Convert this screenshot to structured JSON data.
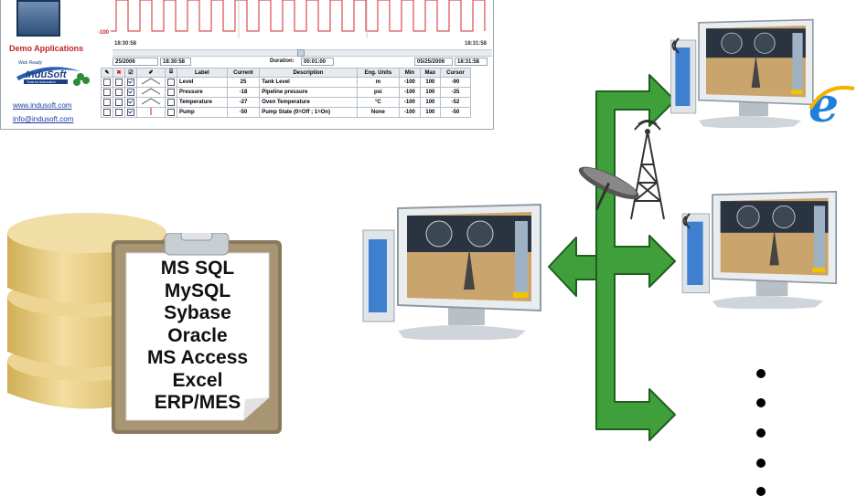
{
  "app": {
    "demo_label": "Demo Applications",
    "web_ready": "Web Ready",
    "brand": "InduSoft",
    "brand_tagline": "Tools for Automation",
    "website": "www.indusoft.com",
    "email": "info@indusoft.com",
    "axis_min": "-100",
    "time_start": "18:30:58",
    "time_end": "18:31:58",
    "start_date": "25/2006",
    "start_time": "18:30:58",
    "duration_label": "Duration:",
    "duration_value": "00:01:00",
    "end_date": "05/25/2006",
    "end_time": "18:31:58",
    "columns": [
      "Label",
      "Current",
      "Description",
      "Eng. Units",
      "Min",
      "Max",
      "Cursor"
    ],
    "rows": [
      {
        "label": "Level",
        "current": "25",
        "description": "Tank Level",
        "units": "m",
        "min": "-100",
        "max": "100",
        "cursor": "-90"
      },
      {
        "label": "Pressure",
        "current": "-18",
        "description": "Pipeline pressure",
        "units": "psi",
        "min": "-100",
        "max": "100",
        "cursor": "-35"
      },
      {
        "label": "Temperature",
        "current": "-27",
        "description": "Oven Temperature",
        "units": "°C",
        "min": "-100",
        "max": "100",
        "cursor": "-52"
      },
      {
        "label": "Pump",
        "current": "-50",
        "description": "Pump State (0=Off ; 1=On)",
        "units": "None",
        "min": "-100",
        "max": "100",
        "cursor": "-50"
      }
    ]
  },
  "databases": [
    "MS SQL",
    "MySQL",
    "Sybase",
    "Oracle",
    "MS Access",
    "Excel",
    "ERP/MES"
  ],
  "icons": [
    "database-cylinders-icon",
    "clipboard-icon",
    "computer-monitor-icon",
    "wireless-tower-icon",
    "satellite-dish-icon",
    "internet-explorer-icon",
    "wifi-signal-icon"
  ],
  "colors": {
    "arrow_green": "#3f9f3a",
    "arrow_dark": "#1f5f1e",
    "db_gold": "#e8cf82",
    "brand_red": "#c0252b",
    "link_blue": "#1a3ea0"
  }
}
